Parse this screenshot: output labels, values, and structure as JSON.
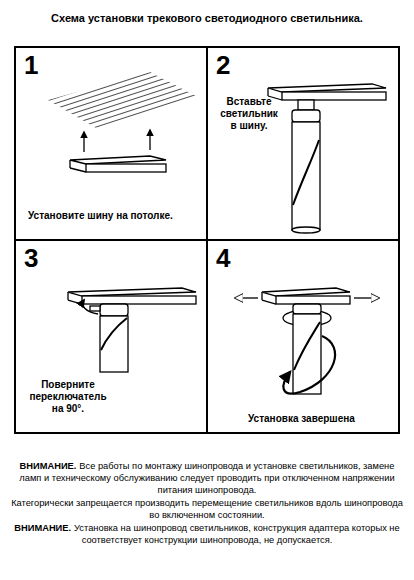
{
  "diagram": {
    "title": "Схема установки трекового светодиодного светильника.",
    "nodes": [
      {
        "text": [
          "1",
          "Установите шину на потолке."
        ]
      },
      {
        "text": [
          "2",
          "Вставьте светильник в шину."
        ]
      },
      {
        "text": [
          "3",
          "Поверните переключатель на 90°."
        ]
      },
      {
        "text": [
          "4",
          "Установка завершена"
        ]
      }
    ],
    "labels": [
      "ВНИМАНИЕ.",
      "Все работы по монтажу шинопровода и установке светильников, замене ламп и техническому обслуживанию следует проводить при отключенном напряжении питания шинопровода.",
      "Категорически запрещается производить перемещение светильников вдоль шинопровода во включенном состоянии.",
      "ВНИМАНИЕ.",
      "Установка на шинопровод светильников, конструкция адаптера которых не соответствует конструкции шинопровода, не допускается."
    ]
  }
}
